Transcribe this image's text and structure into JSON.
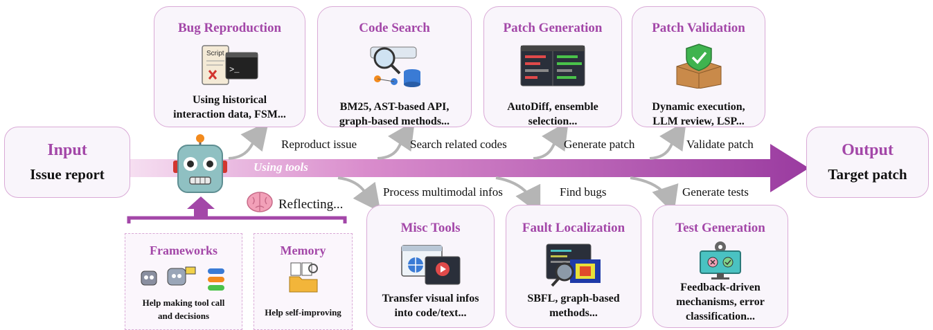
{
  "input": {
    "title": "Input",
    "subtitle": "Issue report"
  },
  "output": {
    "title": "Output",
    "subtitle": "Target patch"
  },
  "arrow_label": "Using tools",
  "reflecting_label": "Reflecting...",
  "top_cards": [
    {
      "title": "Bug Reproduction",
      "desc_line1": "Using historical",
      "desc_line2": "interaction data, FSM...",
      "edge_label": "Reproduct issue"
    },
    {
      "title": "Code Search",
      "desc_line1": "BM25, AST-based API,",
      "desc_line2": "graph-based methods...",
      "edge_label": "Search related codes"
    },
    {
      "title": "Patch Generation",
      "desc_line1": "AutoDiff, ensemble",
      "desc_line2": "selection...",
      "edge_label": "Generate patch"
    },
    {
      "title": "Patch Validation",
      "desc_line1": "Dynamic execution,",
      "desc_line2": "LLM review, LSP...",
      "edge_label": "Validate patch"
    }
  ],
  "bottom_cards": [
    {
      "title": "Misc Tools",
      "desc_line1": "Transfer visual infos",
      "desc_line2": "into code/text...",
      "edge_label": "Process multimodal infos"
    },
    {
      "title": "Fault Localization",
      "desc_line1": "SBFL, graph-based",
      "desc_line2": "methods...",
      "edge_label": "Find bugs"
    },
    {
      "title": "Test Generation",
      "desc_line1": "Feedback-driven",
      "desc_line2": "mechanisms, error",
      "desc_line3": "classification...",
      "edge_label": "Generate tests"
    }
  ],
  "support": [
    {
      "title": "Frameworks",
      "desc_line1": "Help making tool call",
      "desc_line2": "and decisions"
    },
    {
      "title": "Memory",
      "desc_line1": "Help self-improving"
    }
  ],
  "colors": {
    "accent": "#a347a8",
    "card_border": "#d9a9d6",
    "card_bg": "#f9f5fb",
    "gray_arrow": "#b5b5b5"
  },
  "icons": [
    "robot-icon",
    "brain-icon",
    "script-terminal-icon",
    "search-database-icon",
    "code-editor-icon",
    "shield-box-icon",
    "video-browser-icon",
    "heatmap-code-icon",
    "test-monitor-icon",
    "robots-group-icon",
    "folder-documents-icon"
  ]
}
